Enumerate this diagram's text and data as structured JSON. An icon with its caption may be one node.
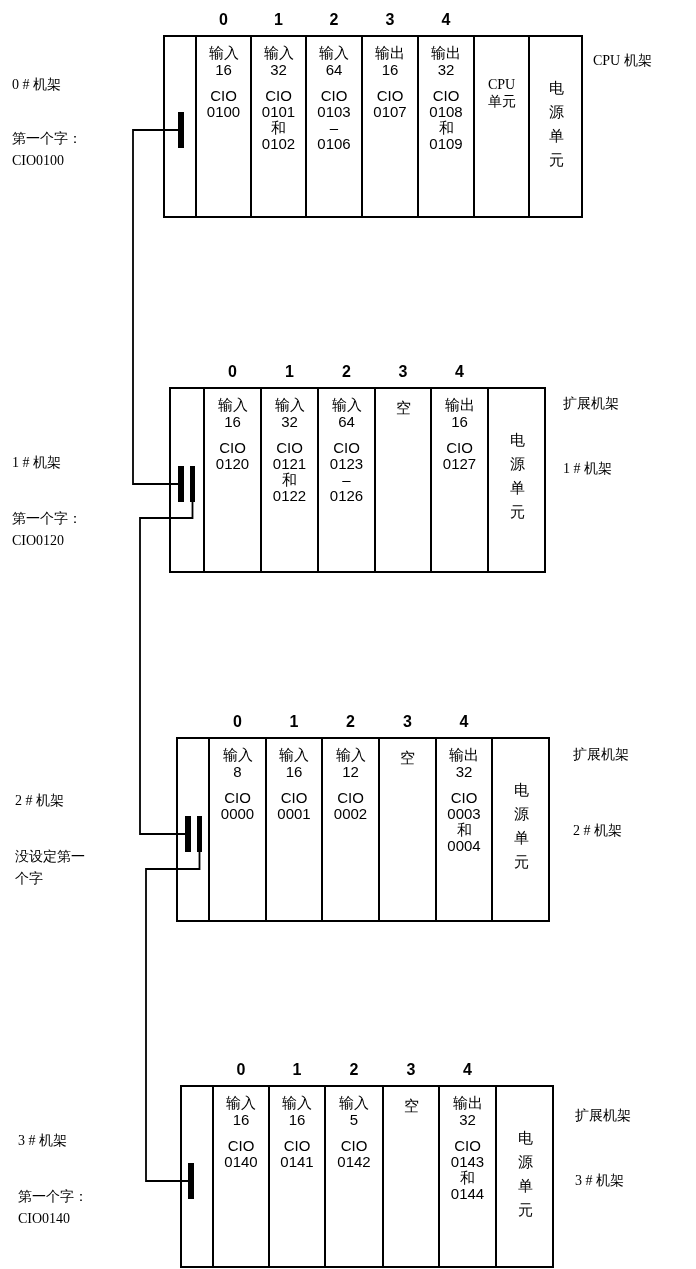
{
  "diagram": {
    "nodes": [
      {
        "text": [],
        "shape": "box",
        "beside": [
          "0 # 机架",
          "第一个字：CIO0100",
          "CPU 机架"
        ]
      },
      {
        "text": [],
        "shape": "box",
        "in": 0
      },
      {
        "text": [],
        "shape": "bar",
        "in": 1
      },
      {
        "text": [
          "输入 16",
          "CIO 0100"
        ],
        "in": 0
      },
      {
        "text": [
          "输入 32",
          "CIO 0101 和 0102"
        ],
        "in": 0
      },
      {
        "text": [
          "输入 64",
          "CIO 0103 – 0106"
        ],
        "in": 0
      },
      {
        "text": [
          "输出 16",
          "CIO 0107"
        ],
        "in": 0
      },
      {
        "text": [
          "输出 32",
          "CIO 0108 和 0109"
        ],
        "in": 0
      },
      {
        "text": [
          "CPU 单元"
        ],
        "in": 0
      },
      {
        "text": [
          "电源单元"
        ],
        "in": 0
      },
      {
        "text": [],
        "shape": "box",
        "beside": [
          "1 # 机架",
          "第一个字：CIO0120",
          "扩展机架",
          "1 # 机架"
        ]
      },
      {
        "text": [],
        "shape": "box",
        "in": 10
      },
      {
        "text": [],
        "shape": "bar",
        "in": 11
      },
      {
        "text": [],
        "shape": "bar",
        "in": 11
      },
      {
        "text": [
          "输入 16",
          "CIO 0120"
        ],
        "in": 10
      },
      {
        "text": [
          "输入 32",
          "CIO 0121 和 0122"
        ],
        "in": 10
      },
      {
        "text": [
          "输入 64",
          "CIO 0123 – 0126"
        ],
        "in": 10
      },
      {
        "text": [
          "空"
        ],
        "in": 10
      },
      {
        "text": [
          "输出 16",
          "CIO 0127"
        ],
        "in": 10
      },
      {
        "text": [
          "电源单元"
        ],
        "in": 10
      },
      {
        "text": [],
        "shape": "box",
        "beside": [
          "2 # 机架",
          "没设定第一个字",
          "扩展机架",
          "2 # 机架"
        ]
      },
      {
        "text": [],
        "shape": "box",
        "in": 20
      },
      {
        "text": [],
        "shape": "bar",
        "in": 21
      },
      {
        "text": [],
        "shape": "bar",
        "in": 21
      },
      {
        "text": [
          "输入 8",
          "CIO 0000"
        ],
        "in": 20
      },
      {
        "text": [
          "输入 16",
          "CIO 0001"
        ],
        "in": 20
      },
      {
        "text": [
          "输入 12",
          "CIO 0002"
        ],
        "in": 20
      },
      {
        "text": [
          "空"
        ],
        "in": 20
      },
      {
        "text": [
          "输出 32",
          "CIO 0003 和 0004"
        ],
        "in": 20
      },
      {
        "text": [
          "电源单元"
        ],
        "in": 20
      },
      {
        "text": [],
        "shape": "box",
        "beside": [
          "3 # 机架",
          "第一个字：CIO0140",
          "扩展机架",
          "3 # 机架"
        ]
      },
      {
        "text": [],
        "shape": "box",
        "in": 30
      },
      {
        "text": [],
        "shape": "bar",
        "in": 31
      },
      {
        "text": [
          "输入 16",
          "CIO 0140"
        ],
        "in": 30
      },
      {
        "text": [
          "输入 16",
          "CIO 0141"
        ],
        "in": 30
      },
      {
        "text": [
          "输入 5",
          "CIO 0142"
        ],
        "in": 30
      },
      {
        "text": [
          "空"
        ],
        "in": 30
      },
      {
        "text": [
          "输出 32",
          "CIO 0143 和 0144"
        ],
        "in": 30
      },
      {
        "text": [
          "电源单元"
        ],
        "in": 30
      }
    ],
    "edges": [
      {
        "from": 2,
        "to": 12,
        "arrow": "none"
      },
      {
        "from": 13,
        "to": 22,
        "arrow": "none"
      },
      {
        "from": 23,
        "to": 32,
        "arrow": "none"
      }
    ],
    "labels": [
      "0",
      "1",
      "2",
      "3",
      "4",
      "0",
      "1",
      "2",
      "3",
      "4",
      "0",
      "1",
      "2",
      "3",
      "4",
      "0",
      "1",
      "2",
      "3",
      "4"
    ]
  }
}
